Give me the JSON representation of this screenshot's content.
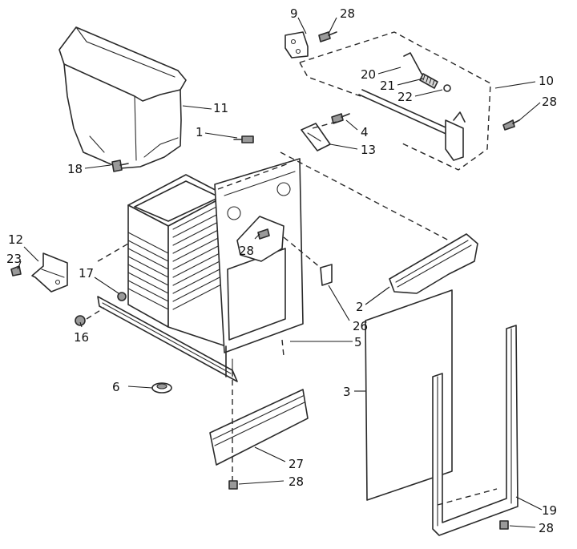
{
  "callouts": [
    {
      "id": "c9",
      "text": "9"
    },
    {
      "id": "c28a",
      "text": "28"
    },
    {
      "id": "c10",
      "text": "10"
    },
    {
      "id": "c20",
      "text": "20"
    },
    {
      "id": "c21",
      "text": "21"
    },
    {
      "id": "c22",
      "text": "22"
    },
    {
      "id": "c28b",
      "text": "28"
    },
    {
      "id": "c11",
      "text": "11"
    },
    {
      "id": "c1",
      "text": "1"
    },
    {
      "id": "c4",
      "text": "4"
    },
    {
      "id": "c13",
      "text": "13"
    },
    {
      "id": "c18",
      "text": "18"
    },
    {
      "id": "c12",
      "text": "12"
    },
    {
      "id": "c23",
      "text": "23"
    },
    {
      "id": "c17",
      "text": "17"
    },
    {
      "id": "c28c",
      "text": "28"
    },
    {
      "id": "c16",
      "text": "16"
    },
    {
      "id": "c2",
      "text": "2"
    },
    {
      "id": "c26",
      "text": "26"
    },
    {
      "id": "c5",
      "text": "5"
    },
    {
      "id": "c3",
      "text": "3"
    },
    {
      "id": "c6",
      "text": "6"
    },
    {
      "id": "c27",
      "text": "27"
    },
    {
      "id": "c28d",
      "text": "28"
    },
    {
      "id": "c19",
      "text": "19"
    },
    {
      "id": "c28e",
      "text": "28"
    }
  ]
}
